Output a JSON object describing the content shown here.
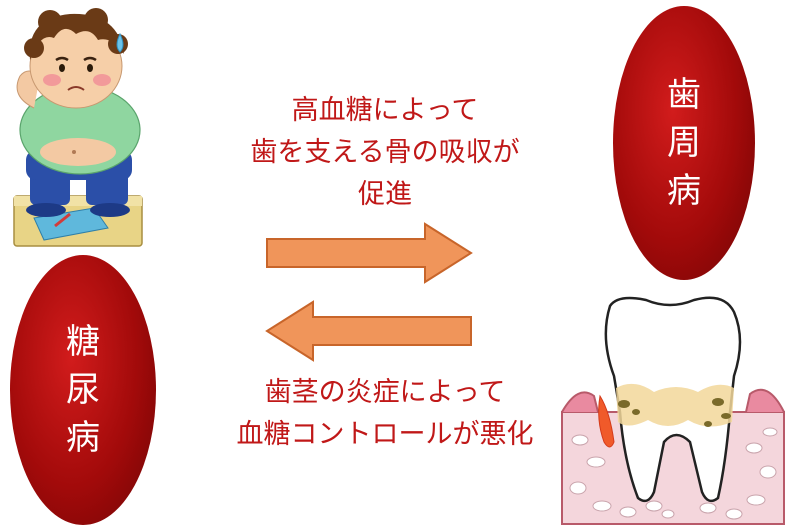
{
  "top_message": {
    "line1": "高血糖によって",
    "line2": "歯を支える骨の吸収が",
    "line3": "促進"
  },
  "bottom_message": {
    "line1": "歯茎の炎症によって",
    "line2": "血糖コントロールが悪化"
  },
  "periodontal_oval": {
    "chars": [
      "歯",
      "周",
      "病"
    ]
  },
  "diabetes_oval": {
    "chars": [
      "糖",
      "尿",
      "病"
    ]
  },
  "colors": {
    "oval_red": "#a20a0a",
    "text_red": "#c01818",
    "arrow_orange": "#f0955a",
    "arrow_outline": "#c8652a"
  }
}
